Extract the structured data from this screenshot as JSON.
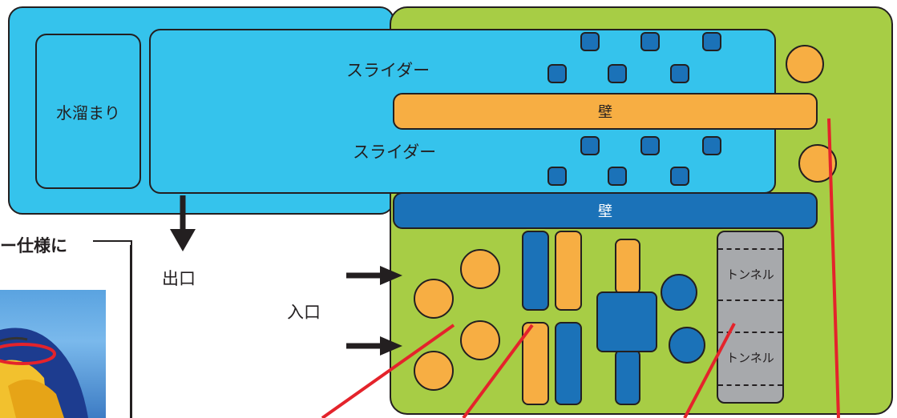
{
  "colors": {
    "water": "#35c3ec",
    "grass": "#a7cd45",
    "orange": "#f7ae43",
    "blue": "#1b72b8",
    "grey": "#a7a9ac",
    "red": "#e4232b",
    "outline": "#231f20"
  },
  "labels": {
    "pool": "水溜まり",
    "slider_top": "スライダー",
    "slider_bottom": "スライダー",
    "wall_orange": "壁",
    "wall_blue": "壁",
    "exit": "出口",
    "entrance": "入口",
    "tunnel_top": "トンネル",
    "tunnel_bottom": "トンネル",
    "spec_heading": "ー仕様に"
  },
  "icons": {
    "exit_arrow": "arrow-down-icon",
    "entrance_arrows": "arrow-right-icon"
  }
}
